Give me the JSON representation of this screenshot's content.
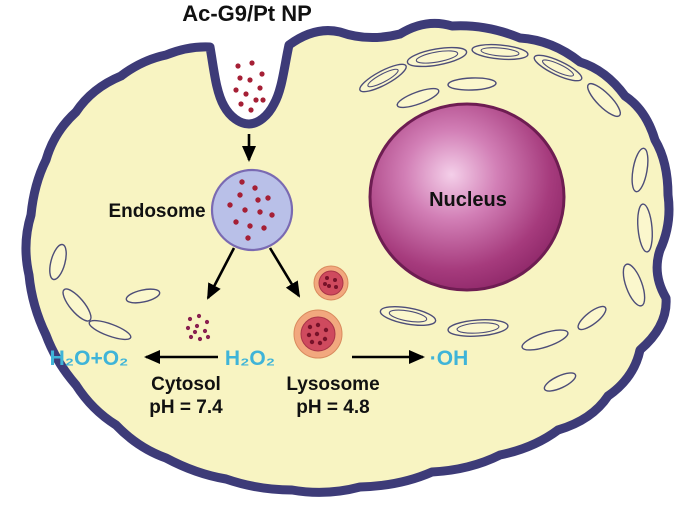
{
  "figure": {
    "title": "Ac-G9/Pt NP",
    "cell": {
      "endosome_label": "Endosome",
      "nucleus_label": "Nucleus",
      "cytosol_label": "Cytosol",
      "cytosol_ph": "pH = 7.4",
      "lysosome_label": "Lysosome",
      "lysosome_ph": "pH = 4.8"
    },
    "reaction": {
      "left_product": "H₂O+O₂",
      "center_species": "H₂O₂",
      "right_product": "·OH"
    },
    "colors": {
      "membrane": "#3d3b78",
      "cytoplasm": "#f8f4c2",
      "endosome_fill": "#b9c0e8",
      "endosome_stroke": "#7a6ab2",
      "nanoparticle": "#a51f35",
      "nucleus_dark": "#8b2566",
      "nucleus_light": "#f4cfe9",
      "lysosome_halo": "#f2a87e",
      "lysosome_body": "#cf4a5e",
      "reaction_text": "#3fb4d8",
      "arrow": "#000000"
    }
  }
}
